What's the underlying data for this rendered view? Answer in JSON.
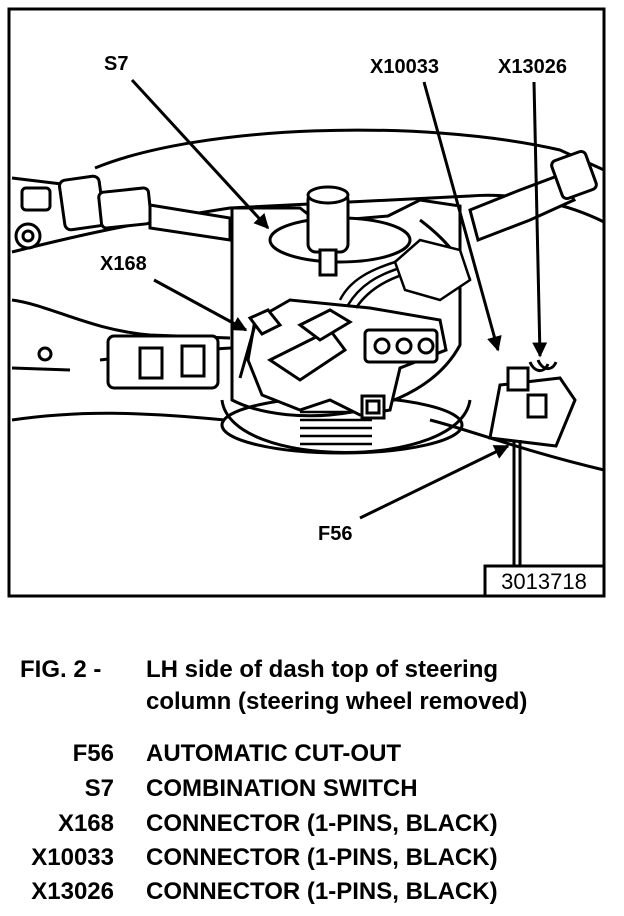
{
  "figure": {
    "callouts": {
      "s7": "S7",
      "x10033": "X10033",
      "x13026": "X13026",
      "x168": "X168",
      "f56": "F56"
    },
    "ref_number": "3013718"
  },
  "caption": {
    "label": "FIG. 2 -",
    "line1": "LH side of dash top of steering",
    "line2": "column (steering wheel removed)"
  },
  "legend": [
    {
      "code": "F56",
      "desc": "AUTOMATIC CUT-OUT"
    },
    {
      "code": "S7",
      "desc": "COMBINATION SWITCH"
    },
    {
      "code": "X168",
      "desc": "CONNECTOR (1-PINS, BLACK)"
    },
    {
      "code": "X10033",
      "desc": "CONNECTOR (1-PINS, BLACK)"
    },
    {
      "code": "X13026",
      "desc": "CONNECTOR (1-PINS, BLACK)"
    }
  ]
}
